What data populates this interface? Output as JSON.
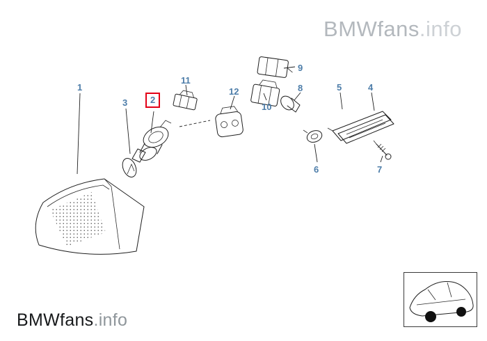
{
  "watermark": {
    "brand": "BMWfans",
    "suffix": ".info"
  },
  "footer_logo": {
    "brand": "BMWfans",
    "suffix": ".info"
  },
  "diagram": {
    "selected_part_number": "2",
    "labels": [
      {
        "number": "1"
      },
      {
        "number": "2"
      },
      {
        "number": "3"
      },
      {
        "number": "4"
      },
      {
        "number": "5"
      },
      {
        "number": "6"
      },
      {
        "number": "7"
      },
      {
        "number": "8"
      },
      {
        "number": "9"
      },
      {
        "number": "10"
      },
      {
        "number": "11"
      },
      {
        "number": "12"
      }
    ]
  },
  "colors": {
    "part_label_blue": "#4d7da9",
    "selection_red": "#e30016",
    "watermark_gray": "#b3b8bd",
    "watermark_suffix_gray": "#cdd1d5",
    "logo_dark": "#17191b",
    "logo_suffix_gray": "#8f969b",
    "line_art": "#1f1f1f"
  }
}
